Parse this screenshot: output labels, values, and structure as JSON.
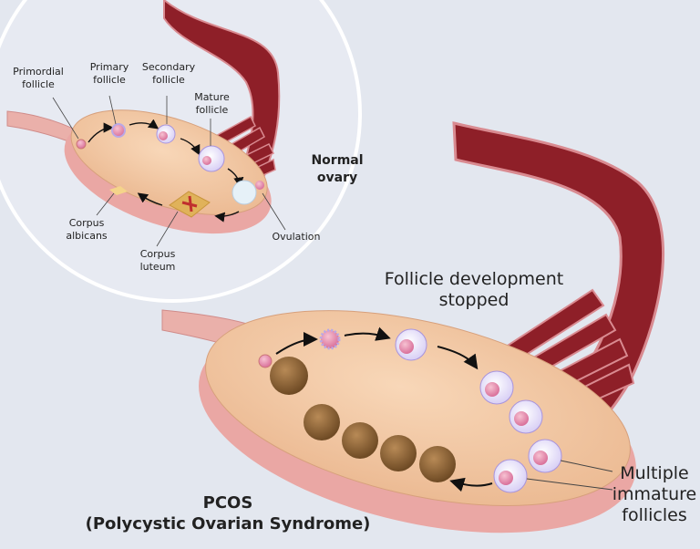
{
  "normal": {
    "title_line1": "Normal",
    "title_line2": "ovary",
    "labels": {
      "primordial": [
        "Primordial",
        "follicle"
      ],
      "primary": [
        "Primary",
        "follicle"
      ],
      "secondary": [
        "Secondary",
        "follicle"
      ],
      "mature": [
        "Mature",
        "follicle"
      ],
      "ovulation": "Ovulation",
      "corpus_albicans": [
        "Corpus",
        "albicans"
      ],
      "corpus_luteum": [
        "Corpus",
        "luteum"
      ]
    }
  },
  "pcos": {
    "development_stopped": [
      "Follicle development",
      "stopped"
    ],
    "multiple_immature": [
      "Multiple",
      "immature",
      "follicles"
    ],
    "title_line1": "PCOS",
    "title_line2": "(Polycystic Ovarian Syndrome)"
  },
  "colors": {
    "background": "#e3e7ef",
    "ovary": "#f2c9a4",
    "ovary_rim": "#e7a2a0",
    "tube": "#8e1f28",
    "cyst": "#8a6034",
    "follicle": "#e98aa8",
    "follicle_ring": "#b9a8e6"
  }
}
